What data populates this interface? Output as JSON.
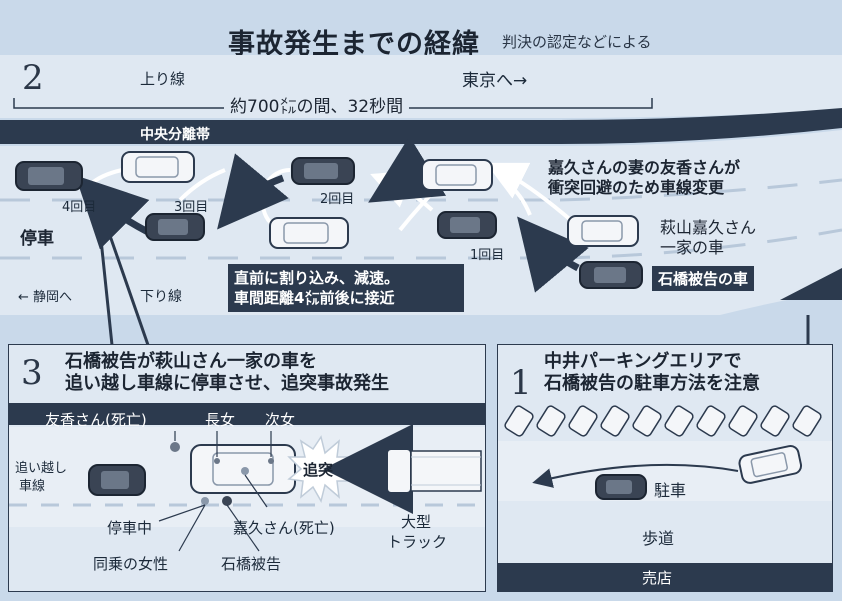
{
  "header": {
    "title": "事故発生までの経緯",
    "subtitle": "判決の認定などによる"
  },
  "panel2": {
    "number": "2",
    "upline": "上り線",
    "toward_tokyo": "東京へ→",
    "distance_text": "約700㍍の間、32秒間",
    "median": "中央分離帯",
    "wife_note_line1": "嘉久さんの妻の友香さんが",
    "wife_note_line2": "衝突回避のため車線変更",
    "family_car_line1": "萩山嘉久さん",
    "family_car_line2": "一家の車",
    "defendant_car": "石橋被告の車",
    "count1": "1回目",
    "count2": "2回目",
    "count3": "3回目",
    "count4": "4回目",
    "stop": "停車",
    "toward_shizuoka": "← 静岡へ",
    "downline": "下り線",
    "cutin_line1": "直前に割り込み、減速。",
    "cutin_line2": "車間距離4㍍前後に接近"
  },
  "panel3": {
    "number": "3",
    "title_line1": "石橋被告が萩山さん一家の車を",
    "title_line2": "追い越し車線に停車させ、追突事故発生",
    "yuka": "友香さん(死亡)",
    "eldest": "長女",
    "second": "次女",
    "passing_lane_line1": "追い越し",
    "passing_lane_line2": "車線",
    "collision": "追突",
    "yoshihisa": "嘉久さん(死亡)",
    "stopped": "停車中",
    "truck_line1": "大型",
    "truck_line2": "トラック",
    "female_passenger": "同乗の女性",
    "defendant": "石橋被告"
  },
  "panel1": {
    "number": "1",
    "title_line1": "中井パーキングエリアで",
    "title_line2": "石橋被告の駐車方法を注意",
    "parking": "駐車",
    "sidewalk": "歩道",
    "shop": "売店"
  },
  "colors": {
    "background": "#c9d9ea",
    "road": "#dfe8f2",
    "median": "#2c3a4e",
    "defendant_car": "#3a4454",
    "family_car": "#f4f6f9"
  }
}
